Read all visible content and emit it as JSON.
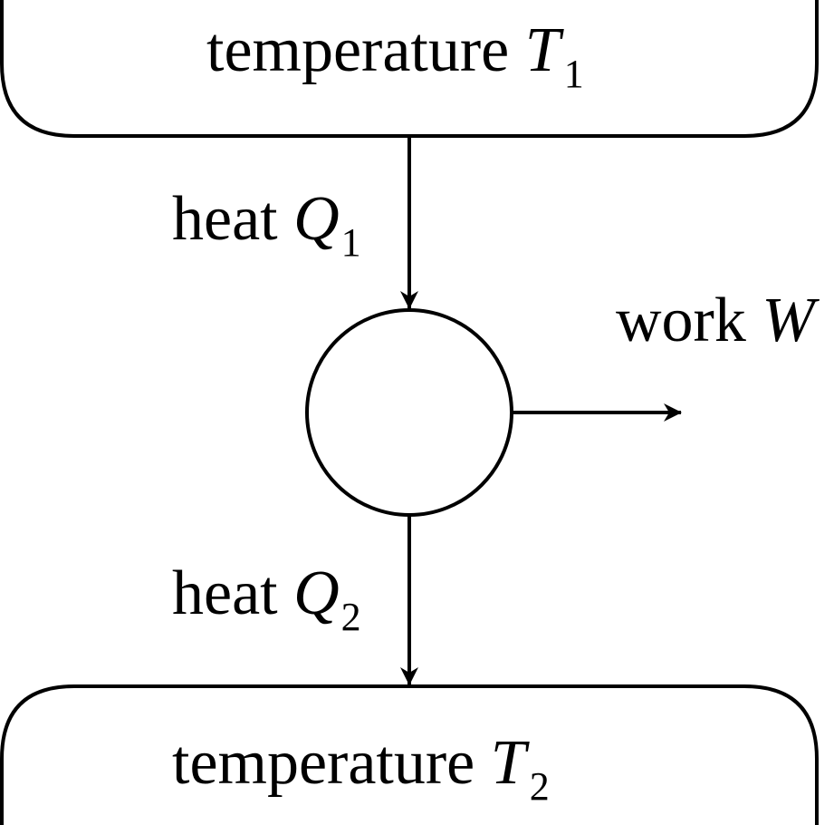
{
  "hot_reservoir": {
    "label": "temperature",
    "symbol": "T",
    "subscript": "1"
  },
  "cold_reservoir": {
    "label": "temperature",
    "symbol": "T",
    "subscript": "2"
  },
  "heat_in": {
    "label": "heat",
    "symbol": "Q",
    "subscript": "1"
  },
  "heat_out": {
    "label": "heat",
    "symbol": "Q",
    "subscript": "2"
  },
  "work": {
    "label": "work",
    "symbol": "W"
  },
  "colors": {
    "stroke": "#000000",
    "background": "#ffffff"
  }
}
